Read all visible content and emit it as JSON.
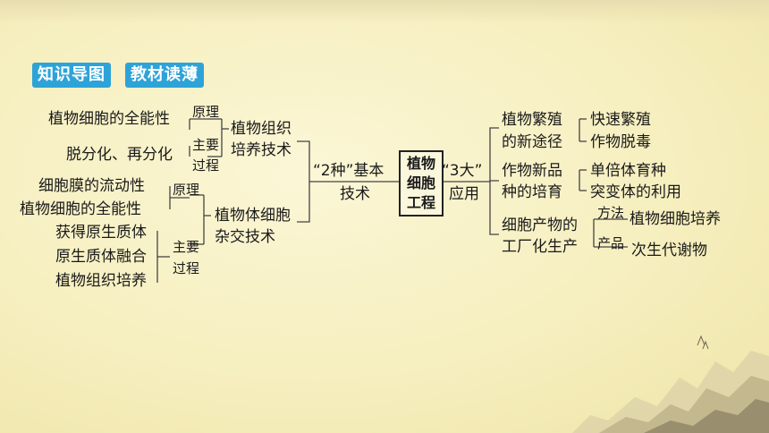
{
  "header": {
    "badge1": "知识导图",
    "badge2": "教材读薄"
  },
  "center": "植物细胞工程",
  "left": {
    "link_label_a": "“2种”基本",
    "link_label_b": "技术",
    "tissue_culture": {
      "name_line1": "植物组织",
      "name_line2": "培养技术",
      "principle_tag": "原理",
      "principle": "植物细胞的全能性",
      "process_tag_1": "主要",
      "process_tag_2": "过程",
      "process": "脱分化、再分化"
    },
    "hybridization": {
      "name_line1": "植物体细胞",
      "name_line2": "杂交技术",
      "principle_tag": "原理",
      "principles": [
        "细胞膜的流动性",
        "植物细胞的全能性"
      ],
      "process_tag_1": "主要",
      "process_tag_2": "过程",
      "processes": [
        "获得原生质体",
        "原生质体融合",
        "植物组织培养"
      ]
    }
  },
  "right": {
    "link_label_a": "“3大”",
    "link_label_b": "应用",
    "apps": [
      {
        "line1": "植物繁殖",
        "line2": "的新途径",
        "items": [
          "快速繁殖",
          "作物脱毒"
        ]
      },
      {
        "line1": "作物新品",
        "line2": "种的培育",
        "items": [
          "单倍体育种",
          "突变体的利用"
        ]
      },
      {
        "line1": "细胞产物的",
        "line2": "工厂化生产",
        "tag1": "方法",
        "item1": "植物细胞培养",
        "tag2": "产品",
        "item2": "次生代谢物"
      }
    ]
  }
}
